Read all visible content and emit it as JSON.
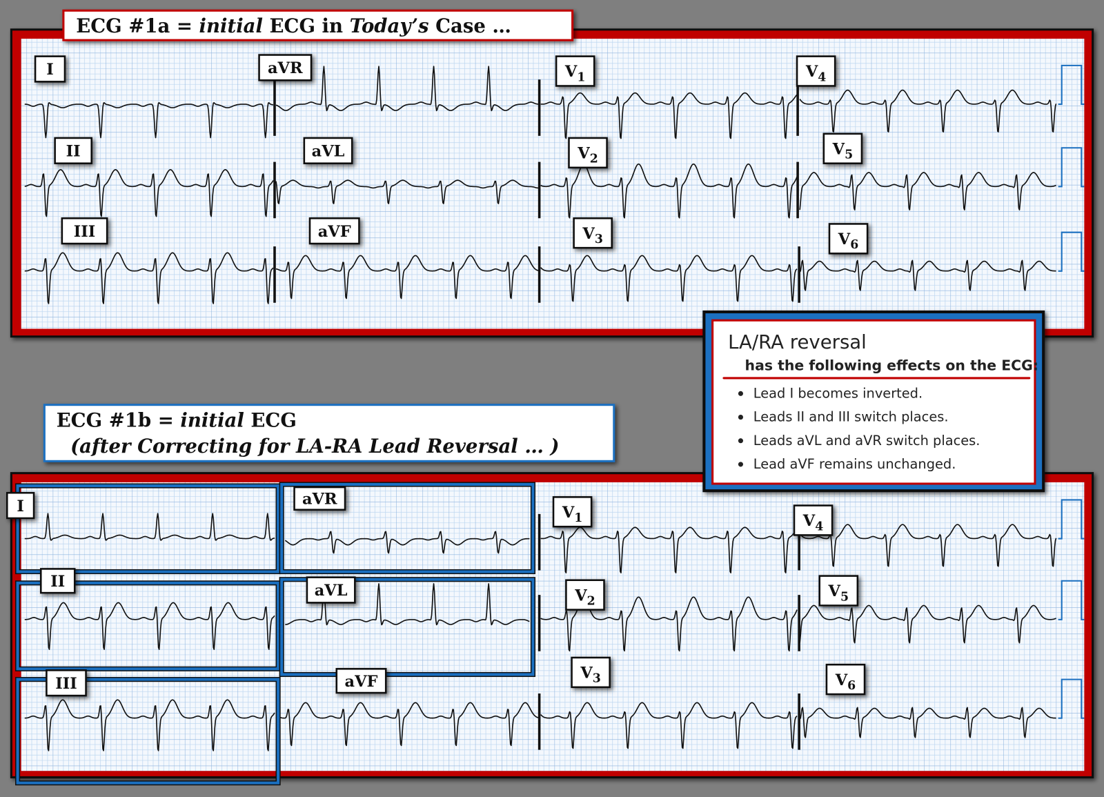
{
  "top_panel": {
    "title": {
      "a": "ECG #1a = ",
      "b": "initial",
      "c": " ECG in ",
      "d": "Today’s",
      "e": " Case …"
    },
    "leads": [
      {
        "label": "I"
      },
      {
        "label": "aVR"
      },
      {
        "label": "V",
        "sub": "1"
      },
      {
        "label": "V",
        "sub": "4"
      },
      {
        "label": "II"
      },
      {
        "label": "aVL"
      },
      {
        "label": "V",
        "sub": "2"
      },
      {
        "label": "V",
        "sub": "5"
      },
      {
        "label": "III"
      },
      {
        "label": "aVF"
      },
      {
        "label": "V",
        "sub": "3"
      },
      {
        "label": "V",
        "sub": "6"
      }
    ]
  },
  "bottom_panel": {
    "title": {
      "a": "ECG #1b = ",
      "b": "initial",
      "c": " ECG",
      "d": "(after Correcting for LA-RA Lead Reversal … )"
    },
    "leads": [
      {
        "label": "I"
      },
      {
        "label": "aVR"
      },
      {
        "label": "V",
        "sub": "1"
      },
      {
        "label": "V",
        "sub": "4"
      },
      {
        "label": "II"
      },
      {
        "label": "aVL"
      },
      {
        "label": "V",
        "sub": "2"
      },
      {
        "label": "V",
        "sub": "5"
      },
      {
        "label": "III"
      },
      {
        "label": "aVF"
      },
      {
        "label": "V",
        "sub": "3"
      },
      {
        "label": "V",
        "sub": "6"
      }
    ]
  },
  "info_box": {
    "heading": "LA/RA reversal",
    "subheading": "has the following effects on the ECG:",
    "bullets": [
      "Lead I becomes inverted.",
      "Leads II and III switch places.",
      "Leads aVL and aVR switch places.",
      "Lead aVF remains unchanged."
    ]
  },
  "colors": {
    "frame_red": "#c00000",
    "frame_blue": "#1a6fc0",
    "grid_minor": "#bcd6f0",
    "grid_major": "#8db3de",
    "paper": "#f4f8fd"
  }
}
